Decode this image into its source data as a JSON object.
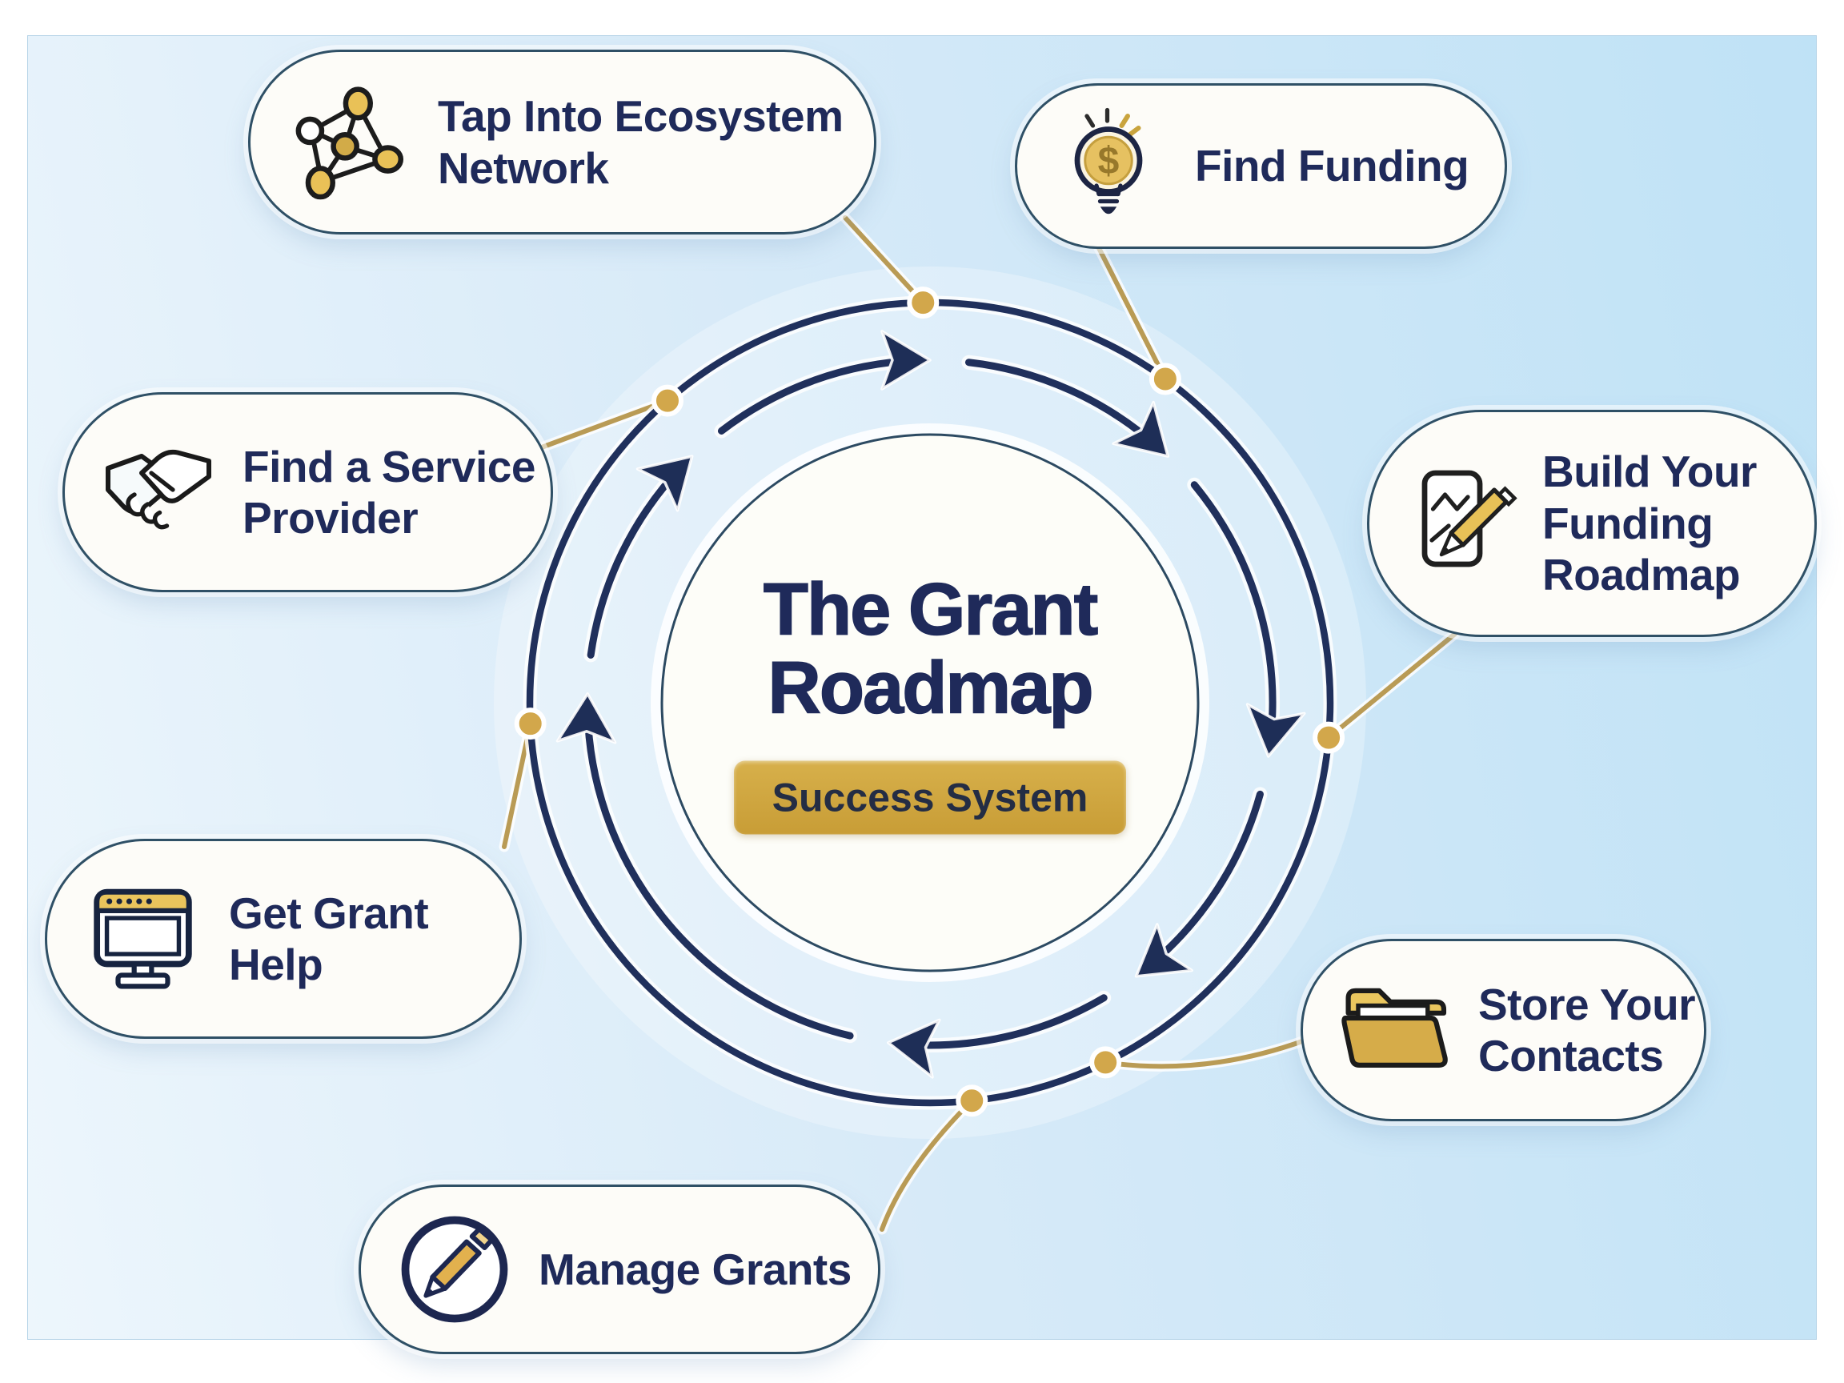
{
  "colors": {
    "navy_text": "#1f2a5a",
    "ring_navy": "#20305c",
    "arrow_navy": "#1e2e57",
    "gold": "#d2a74b",
    "connector_gold": "#b99b55",
    "badge_gold": "#cda33c",
    "pill_fill": "#fdfcf8",
    "pill_border": "#2f5066",
    "panel_bg_light": "#edf6fc",
    "panel_bg_dark": "#bfe2f6"
  },
  "center": {
    "title": "The Grant\nRoadmap",
    "badge_label": "Success System"
  },
  "nodes": [
    {
      "id": "tap-ecosystem-network",
      "label": "Tap Into Ecosystem\nNetwork",
      "icon": "network-icon"
    },
    {
      "id": "find-funding",
      "label": "Find Funding",
      "icon": "lightbulb-dollar-icon",
      "icon_glyph": "$"
    },
    {
      "id": "build-funding-roadmap",
      "label": "Build Your\nFunding\nRoadmap",
      "icon": "map-pencil-icon"
    },
    {
      "id": "store-contacts",
      "label": "Store Your\nContacts",
      "icon": "folder-icon"
    },
    {
      "id": "manage-grants",
      "label": "Manage Grants",
      "icon": "pencil-circle-icon"
    },
    {
      "id": "get-grant-help",
      "label": "Get Grant\nHelp",
      "icon": "monitor-icon"
    },
    {
      "id": "find-service-provider",
      "label": "Find a Service\nProvider",
      "icon": "handshake-icon"
    }
  ]
}
